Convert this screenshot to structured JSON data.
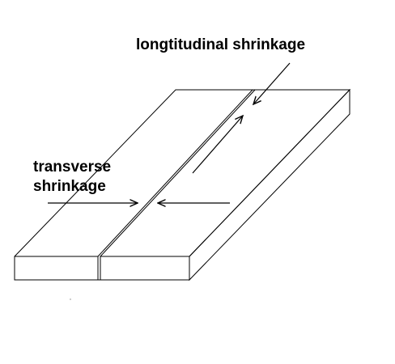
{
  "labels": {
    "longitudinal": "longtitudinal shrinkage",
    "transverse_line1": "transverse",
    "transverse_line2": "shrinkage"
  },
  "colors": {
    "background": "#ffffff",
    "stroke": "#000000"
  }
}
